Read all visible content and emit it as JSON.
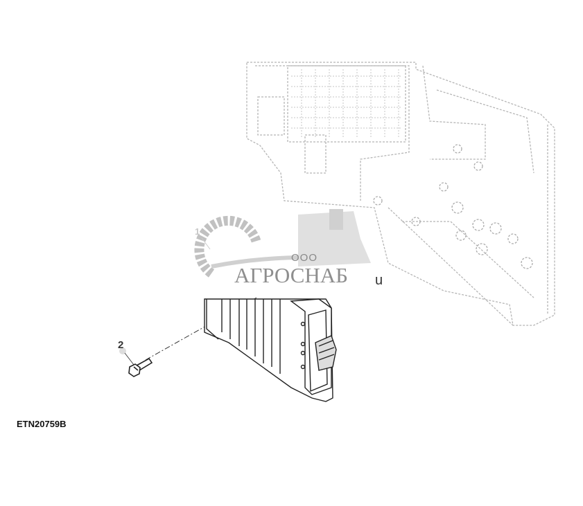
{
  "diagram": {
    "figure_id": "ETN20759B",
    "callouts": [
      {
        "number": "1",
        "part": "controller"
      },
      {
        "number": "2",
        "part": "bolt"
      }
    ]
  },
  "watermark": {
    "prefix": "ООО",
    "name": "АГРОСНАБ",
    "suffix": "u"
  }
}
